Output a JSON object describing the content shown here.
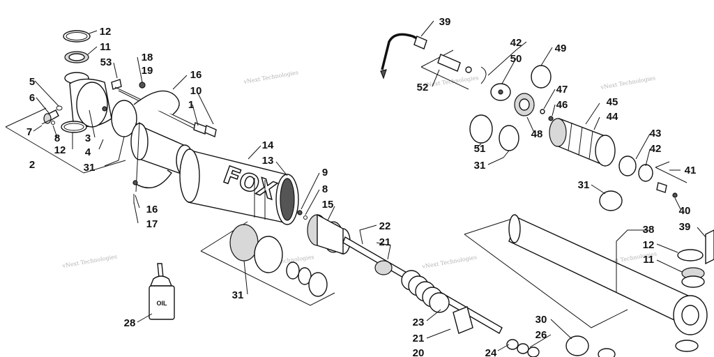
{
  "callouts": [
    {
      "id": "c12a",
      "label": "12"
    },
    {
      "id": "c11a",
      "label": "11"
    },
    {
      "id": "c53",
      "label": "53"
    },
    {
      "id": "c18",
      "label": "18"
    },
    {
      "id": "c19",
      "label": "19"
    },
    {
      "id": "c5",
      "label": "5"
    },
    {
      "id": "c6",
      "label": "6"
    },
    {
      "id": "c7",
      "label": "7"
    },
    {
      "id": "c8a",
      "label": "8"
    },
    {
      "id": "c3",
      "label": "3"
    },
    {
      "id": "c12b",
      "label": "12"
    },
    {
      "id": "c4",
      "label": "4"
    },
    {
      "id": "c2",
      "label": "2"
    },
    {
      "id": "c31a",
      "label": "31"
    },
    {
      "id": "c16a",
      "label": "16"
    },
    {
      "id": "c10",
      "label": "10"
    },
    {
      "id": "c1",
      "label": "1"
    },
    {
      "id": "c16b",
      "label": "16"
    },
    {
      "id": "c17",
      "label": "17"
    },
    {
      "id": "c14",
      "label": "14"
    },
    {
      "id": "c13",
      "label": "13"
    },
    {
      "id": "c9",
      "label": "9"
    },
    {
      "id": "c8b",
      "label": "8"
    },
    {
      "id": "c15",
      "label": "15"
    },
    {
      "id": "c22",
      "label": "22"
    },
    {
      "id": "c21a",
      "label": "21"
    },
    {
      "id": "c31b",
      "label": "31"
    },
    {
      "id": "c28",
      "label": "28"
    },
    {
      "id": "c23",
      "label": "23"
    },
    {
      "id": "c21b",
      "label": "21"
    },
    {
      "id": "c20",
      "label": "20"
    },
    {
      "id": "c24",
      "label": "24"
    },
    {
      "id": "c30",
      "label": "30"
    },
    {
      "id": "c26",
      "label": "26"
    },
    {
      "id": "c39a",
      "label": "39"
    },
    {
      "id": "c42a",
      "label": "42"
    },
    {
      "id": "c50",
      "label": "50"
    },
    {
      "id": "c49",
      "label": "49"
    },
    {
      "id": "c52",
      "label": "52"
    },
    {
      "id": "c47",
      "label": "47"
    },
    {
      "id": "c46",
      "label": "46"
    },
    {
      "id": "c48",
      "label": "48"
    },
    {
      "id": "c45",
      "label": "45"
    },
    {
      "id": "c44",
      "label": "44"
    },
    {
      "id": "c51",
      "label": "51"
    },
    {
      "id": "c31c",
      "label": "31"
    },
    {
      "id": "c43",
      "label": "43"
    },
    {
      "id": "c42b",
      "label": "42"
    },
    {
      "id": "c41",
      "label": "41"
    },
    {
      "id": "c31d",
      "label": "31"
    },
    {
      "id": "c40",
      "label": "40"
    },
    {
      "id": "c38",
      "label": "38"
    },
    {
      "id": "c39b",
      "label": "39"
    },
    {
      "id": "c12c",
      "label": "12"
    },
    {
      "id": "c11b",
      "label": "11"
    }
  ],
  "bottle_label": "OIL",
  "brand_mark": "FOX",
  "watermark": "vNext Technologies"
}
